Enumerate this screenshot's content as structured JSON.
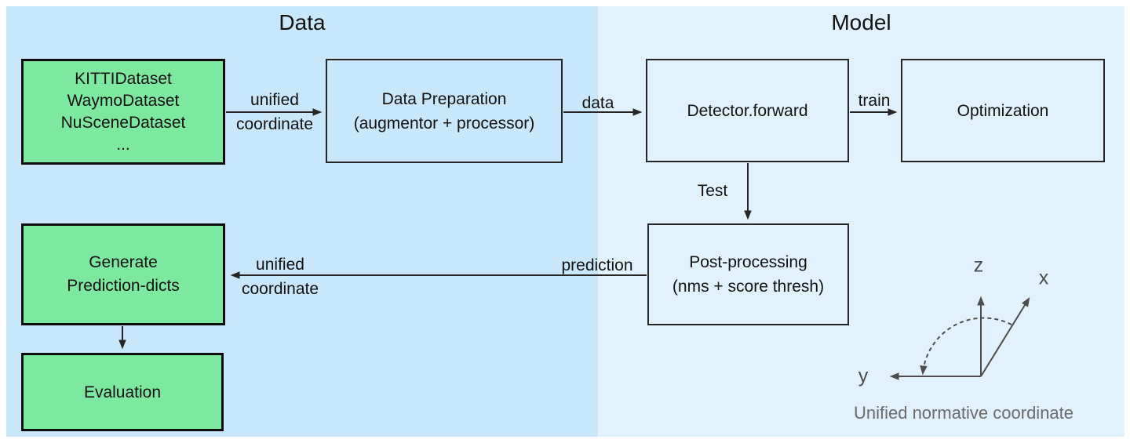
{
  "panels": {
    "data": {
      "title": "Data"
    },
    "model": {
      "title": "Model"
    }
  },
  "boxes": {
    "datasets": {
      "lines": [
        "KITTIDataset",
        "WaymoDataset",
        "NuSceneDataset",
        "..."
      ]
    },
    "data_preparation": {
      "lines": [
        "Data Preparation",
        "(augmentor + processor)"
      ]
    },
    "detector": {
      "lines": [
        "Detector.forward"
      ]
    },
    "optimization": {
      "lines": [
        "Optimization"
      ]
    },
    "post_processing": {
      "lines": [
        "Post-processing",
        "(nms + score thresh)"
      ]
    },
    "generate_prediction": {
      "lines": [
        "Generate",
        "Prediction-dicts"
      ]
    },
    "evaluation": {
      "lines": [
        "Evaluation"
      ]
    }
  },
  "edge_labels": {
    "unified_coordinate_top": {
      "line1": "unified",
      "line2": "coordinate"
    },
    "data": "data",
    "train": "train",
    "test": "Test",
    "prediction": "prediction",
    "unified_coordinate_bottom": {
      "line1": "unified",
      "line2": "coordinate"
    }
  },
  "coordinate_diagram": {
    "axis_z": "z",
    "axis_x": "x",
    "axis_y": "y",
    "caption": "Unified normative coordinate"
  },
  "colors": {
    "panel_data_bg": "#c9e7fa",
    "panel_model_bg": "#e2f2fc",
    "green_box_fill": "#7de89f",
    "box_border": "#262626",
    "arrow": "#262626",
    "axes": "#4d4d4d",
    "caption_text": "#6b6b6b",
    "text": "#111111"
  }
}
